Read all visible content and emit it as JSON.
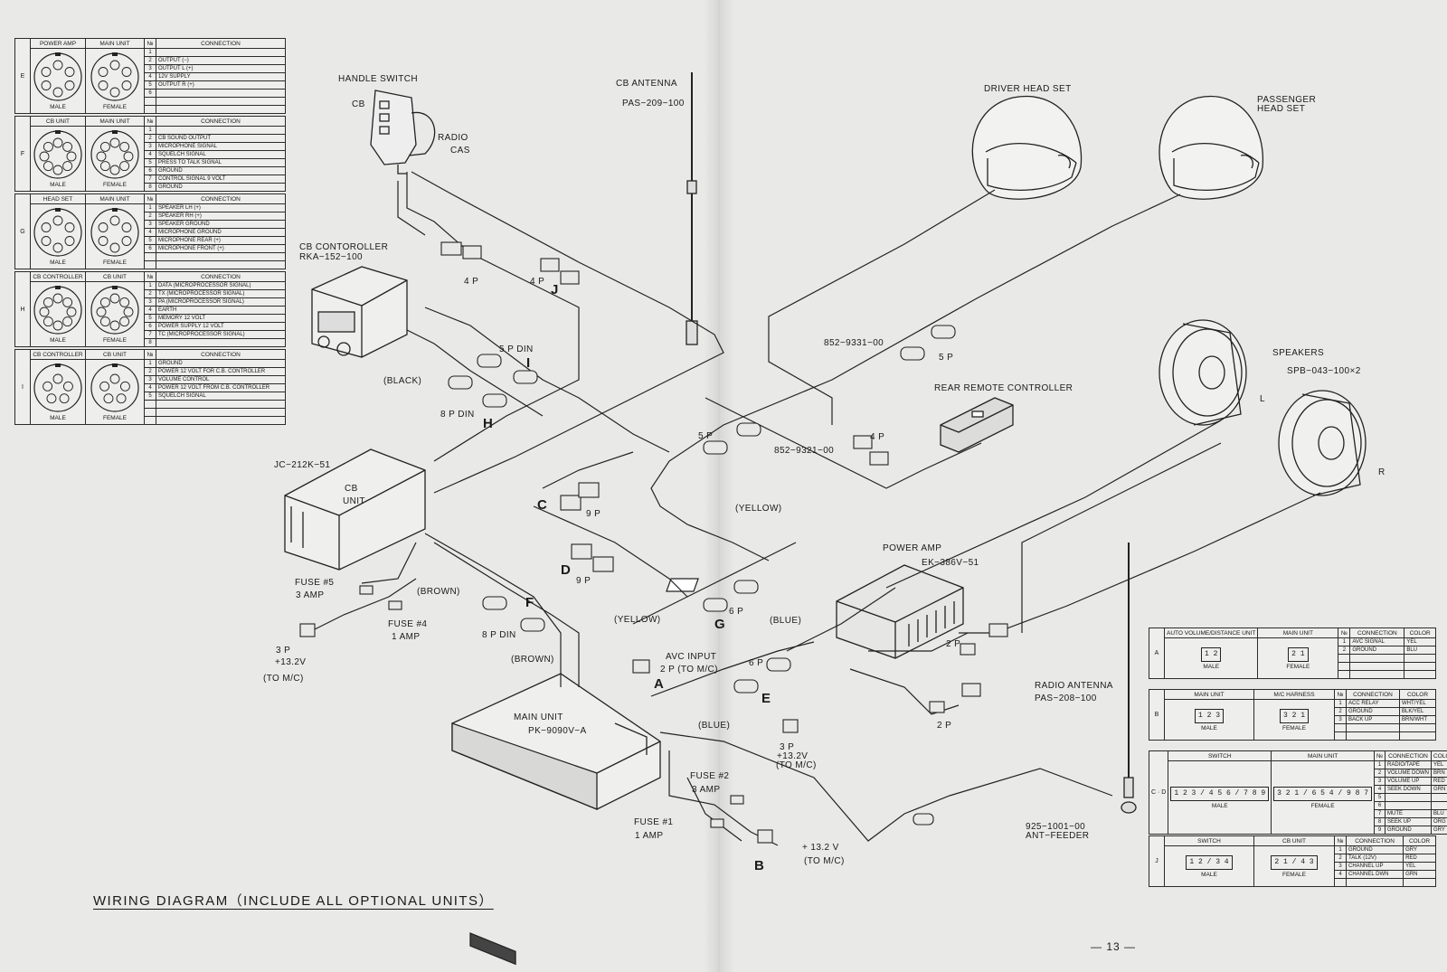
{
  "title": "WIRING DIAGRAM（INCLUDE ALL OPTIONAL UNITS）",
  "page_number": "— 13 —",
  "left_tables": [
    {
      "group": "E",
      "h1": "POWER AMP",
      "h2": "MAIN UNIT",
      "h3": "CONNECTION",
      "c1": "MALE",
      "c2": "FEMALE",
      "rows": [
        [
          "1",
          ""
        ],
        [
          "2",
          "OUTPUT (−)"
        ],
        [
          "3",
          "OUTPUT L (+)"
        ],
        [
          "4",
          "12V SUPPLY"
        ],
        [
          "5",
          "OUTPUT R (+)"
        ],
        [
          "6",
          ""
        ],
        [
          "",
          ""
        ],
        [
          "",
          ""
        ]
      ]
    },
    {
      "group": "F",
      "h1": "CB UNIT",
      "h2": "MAIN UNIT",
      "h3": "CONNECTION",
      "c1": "MALE",
      "c2": "FEMALE",
      "rows": [
        [
          "1",
          ""
        ],
        [
          "2",
          "CB SOUND OUTPUT"
        ],
        [
          "3",
          "MICROPHONE SIGNAL"
        ],
        [
          "4",
          "SQUELCH SIGNAL"
        ],
        [
          "5",
          "PRESS TO TALK SIGNAL"
        ],
        [
          "6",
          "GROUND"
        ],
        [
          "7",
          "CONTROL SIGNAL 9 VOLT"
        ],
        [
          "8",
          "GROUND"
        ]
      ]
    },
    {
      "group": "G",
      "h1": "HEAD SET",
      "h2": "MAIN UNIT",
      "h3": "CONNECTION",
      "c1": "MALE",
      "c2": "FEMALE",
      "rows": [
        [
          "1",
          "SPEAKER LH (+)"
        ],
        [
          "2",
          "SPEAKER RH (+)"
        ],
        [
          "3",
          "SPEAKER GROUND"
        ],
        [
          "4",
          "MICROPHONE GROUND"
        ],
        [
          "5",
          "MICROPHONE REAR (+)"
        ],
        [
          "6",
          "MICROPHONE FRONT (+)"
        ],
        [
          "",
          ""
        ],
        [
          "",
          ""
        ]
      ]
    },
    {
      "group": "H",
      "h1": "CB CONTROLLER",
      "h2": "CB UNIT",
      "h3": "CONNECTION",
      "c1": "MALE",
      "c2": "FEMALE",
      "rows": [
        [
          "1",
          "DATA (MICROPROCESSOR SIGNAL)"
        ],
        [
          "2",
          "TX (MICROPROCESSOR SIGNAL)"
        ],
        [
          "3",
          "PA (MICROPROCESSOR SIGNAL)"
        ],
        [
          "4",
          "EARTH"
        ],
        [
          "5",
          "MEMORY 12 VOLT"
        ],
        [
          "6",
          "POWER SUPPLY 12 VOLT"
        ],
        [
          "7",
          "TC (MICROPROCESSOR SIGNAL)"
        ],
        [
          "8",
          ""
        ]
      ]
    },
    {
      "group": "I",
      "h1": "CB CONTROLLER",
      "h2": "CB UNIT",
      "h3": "CONNECTION",
      "c1": "MALE",
      "c2": "FEMALE",
      "rows": [
        [
          "1",
          "GROUND"
        ],
        [
          "2",
          "POWER 12 VOLT FOR C.B. CONTROLLER"
        ],
        [
          "3",
          "VOLUME CONTROL"
        ],
        [
          "4",
          "POWER 12 VOLT FROM C.B. CONTROLLER"
        ],
        [
          "5",
          "SQUELCH SIGNAL"
        ],
        [
          "",
          ""
        ],
        [
          "",
          ""
        ],
        [
          "",
          ""
        ]
      ]
    }
  ],
  "right_tables": [
    {
      "group": "A",
      "h1": "AUTO VOLUME/DISTANCE UNIT",
      "h2": "MAIN UNIT",
      "h3": "CONNECTION",
      "h4": "COLOR",
      "c1": "MALE",
      "c2": "FEMALE",
      "m": "1 2",
      "f": "2 1",
      "rows": [
        [
          "1",
          "AVC SIGNAL",
          "YEL"
        ],
        [
          "2",
          "GROUND",
          "BLU"
        ],
        [
          "",
          "",
          ""
        ],
        [
          "",
          "",
          ""
        ],
        [
          "",
          "",
          ""
        ]
      ]
    },
    {
      "group": "B",
      "h1": "MAIN UNIT",
      "h2": "M/C HARNESS",
      "h3": "CONNECTION",
      "h4": "COLOR",
      "c1": "MALE",
      "c2": "FEMALE",
      "m": "1 2 3",
      "f": "3 2 1",
      "rows": [
        [
          "1",
          "ACC RELAY",
          "WHT/YEL"
        ],
        [
          "2",
          "GROUND",
          "BLK/YEL"
        ],
        [
          "3",
          "BACK UP",
          "BRN/WHT"
        ],
        [
          "",
          "",
          ""
        ],
        [
          "",
          "",
          ""
        ]
      ]
    },
    {
      "group": "C · D",
      "h1": "SWITCH",
      "h2": "MAIN UNIT",
      "h3": "CONNECTION",
      "h4": "COLOR",
      "c1": "MALE",
      "c2": "FEMALE",
      "m": "1 2 3 / 4 5 6 / 7 8 9",
      "f": "3 2 1 / 6 5 4 / 9 8 7",
      "rows": [
        [
          "1",
          "RADIO/TAPE",
          "YEL"
        ],
        [
          "2",
          "VOLUME DOWN",
          "BRN"
        ],
        [
          "3",
          "VOLUME UP",
          "RED"
        ],
        [
          "4",
          "SEEK DOWN",
          "GRN"
        ],
        [
          "5",
          "",
          ""
        ],
        [
          "6",
          "",
          ""
        ],
        [
          "7",
          "MUTE",
          "BLU"
        ],
        [
          "8",
          "SEEK UP",
          "ORG"
        ],
        [
          "9",
          "GROUND",
          "GRY"
        ]
      ]
    },
    {
      "group": "J",
      "h1": "SWITCH",
      "h2": "CB UNIT",
      "h3": "CONNECTION",
      "h4": "COLOR",
      "c1": "MALE",
      "c2": "FEMALE",
      "m": "1 2 / 3 4",
      "f": "2 1 / 4 3",
      "rows": [
        [
          "1",
          "GROUND",
          "GRY"
        ],
        [
          "2",
          "TALK (12V)",
          "RED"
        ],
        [
          "3",
          "CHANNEL UP",
          "YEL"
        ],
        [
          "4",
          "CHANNEL DWN",
          "GRN"
        ],
        [
          "",
          "",
          ""
        ]
      ]
    }
  ],
  "labels": {
    "handle_switch": "HANDLE SWITCH",
    "cb": "CB",
    "radio": "RADIO",
    "cas": "CAS",
    "cb_antenna": "CB ANTENNA",
    "cb_antenna_pn": "PAS−209−100",
    "driver_head_set": "DRIVER HEAD SET",
    "passenger_head_set_1": "PASSENGER",
    "passenger_head_set_2": "HEAD SET",
    "cb_controller": "CB CONTOROLLER",
    "cb_controller_pn": "RKA−152−100",
    "four_p_1": "4 P",
    "four_p_2": "4 P",
    "j": "J",
    "five_p_din": "5 P DIN",
    "i": "I",
    "black": "(BLACK)",
    "eight_p_din_1": "8 P DIN",
    "h": "H",
    "cable_852_9331": "852−9331−00",
    "five_p_1": "5 P",
    "five_p_2": "5 P",
    "rear_remote": "REAR REMOTE CONTROLLER",
    "four_p_3": "4 P",
    "cable_852_9321": "852−9321−00",
    "speakers": "SPEAKERS",
    "speakers_pn": "SPB−043−100×2",
    "spk_l": "L",
    "spk_r": "R",
    "jc": "JC−212K−51",
    "cb_unit_1": "CB",
    "cb_unit_2": "UNIT",
    "c": "C",
    "nine_p_1": "9 P",
    "d": "D",
    "nine_p_2": "9 P",
    "yellow_1": "(YELLOW)",
    "yellow_2": "(YELLOW)",
    "fuse5": "FUSE #5",
    "fuse5_amp": "3 Amp",
    "brown_1": "(BROWN)",
    "fuse4": "FUSE #4",
    "fuse4_amp": "1 Amp",
    "three_p_1": "3 P",
    "v132_1": "+13.2V",
    "to_mc_1": "(TO M/C)",
    "eight_p_din_2": "8 P DIN",
    "f": "F",
    "brown_2": "(BROWN)",
    "g": "G",
    "six_p_1": "6 P",
    "six_p_2": "6 P",
    "blue_1": "(BLUE)",
    "power_amp": "POWER AMP",
    "power_amp_pn": "EK−386V−51",
    "avc_input": "AVC INPUT",
    "avc_2p": "2 P (TO M/C)",
    "a": "A",
    "e": "E",
    "blue_2": "(BLUE)",
    "two_p_1": "2 P",
    "two_p_2": "2 P",
    "three_p_2": "3 P",
    "v132_2": "+13.2V",
    "to_mc_2": "(TO M/C)",
    "main_unit": "MAIN UNIT",
    "main_unit_pn": "PK−9090V−A",
    "fuse2": "FUSE #2",
    "fuse2_amp": "3 Amp",
    "fuse1": "FUSE #1",
    "fuse1_amp": "1 AMP",
    "v132_3": "+ 13.2 V",
    "to_mc_3": "(TO M/C)",
    "b": "B",
    "radio_antenna": "RADIO ANTENNA",
    "radio_antenna_pn": "PAS−208−100",
    "feeder_pn": "925−1001−00",
    "feeder": "ANT−FEEDER"
  }
}
